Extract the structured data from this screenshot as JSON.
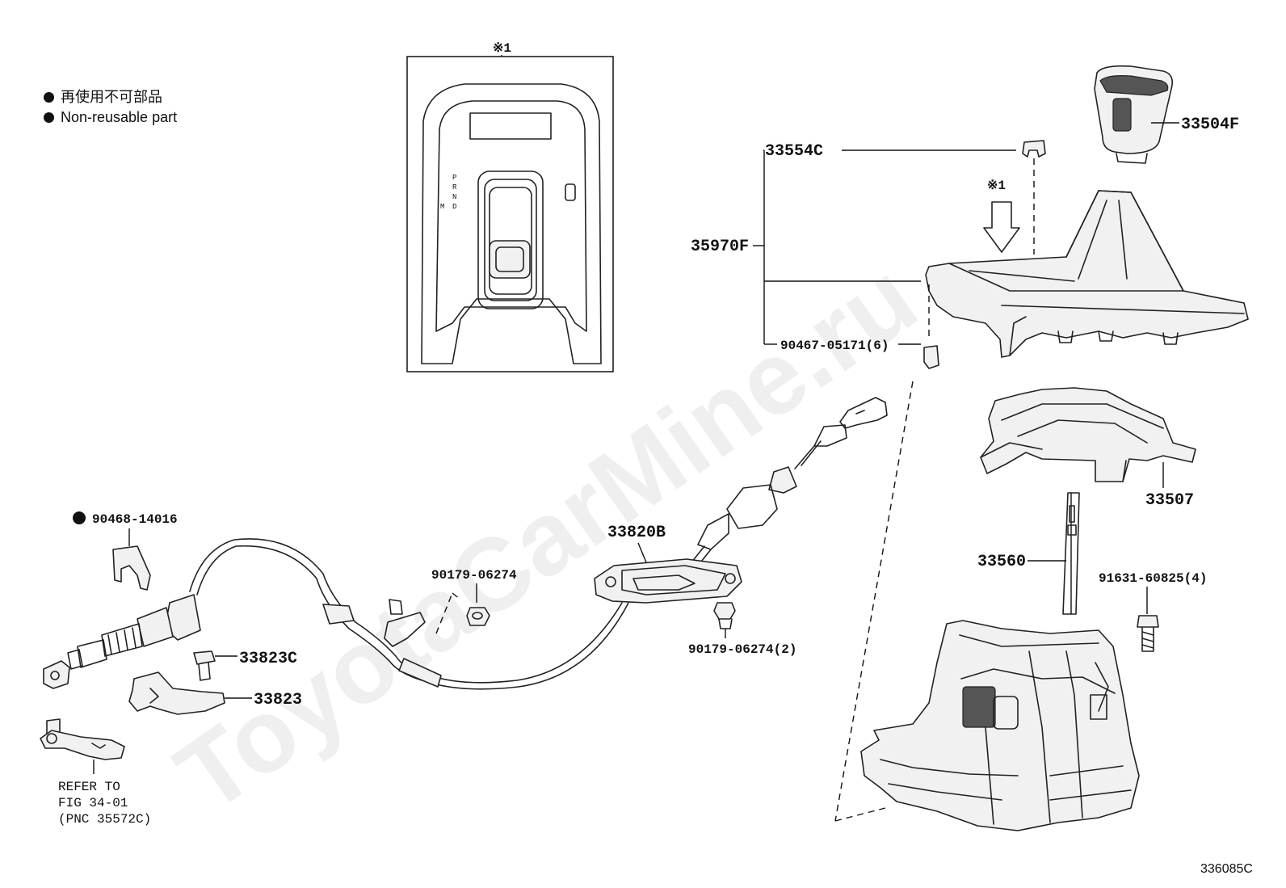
{
  "legend": {
    "line1": "再使用不可部品",
    "line2": "Non-reusable part"
  },
  "detail_marker": "※1",
  "shift_pattern": [
    "P",
    "R",
    "N",
    "D",
    "M"
  ],
  "parts": {
    "p33504F": "33504F",
    "p33554C": "33554C",
    "p35970F": "35970F",
    "p90467": "90467-05171(6)",
    "p33507": "33507",
    "p33560": "33560",
    "p91631": "91631-60825(4)",
    "p33820B": "33820B",
    "p90179a": "90179-06274",
    "p90179b": "90179-06274(2)",
    "p90468": "90468-14016",
    "p33823C": "33823C",
    "p33823": "33823"
  },
  "refer": {
    "line1": "REFER TO",
    "line2": "FIG 34-01",
    "line3": "(PNC 35572C)"
  },
  "figure_id": "336085C",
  "watermark": "ToyotaCarMine.ru"
}
